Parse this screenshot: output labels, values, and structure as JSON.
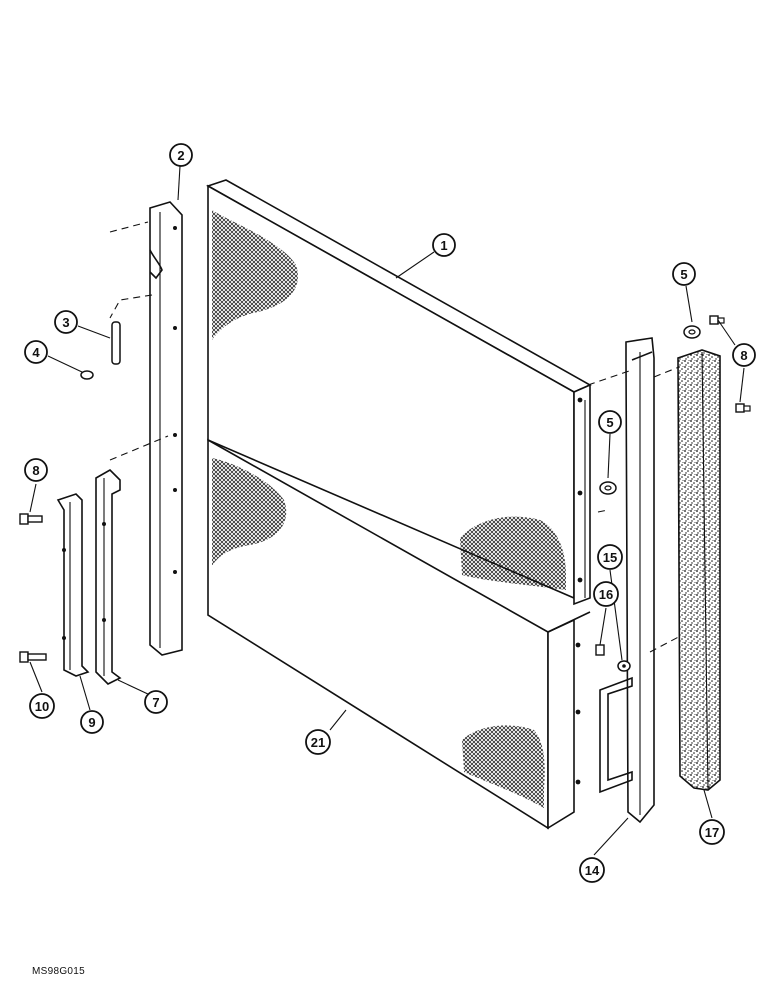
{
  "figure_code": "MS98G015",
  "callouts": [
    {
      "label": "1"
    },
    {
      "label": "2"
    },
    {
      "label": "3"
    },
    {
      "label": "4"
    },
    {
      "label": "5"
    },
    {
      "label": "5"
    },
    {
      "label": "7"
    },
    {
      "label": "8"
    },
    {
      "label": "8"
    },
    {
      "label": "9"
    },
    {
      "label": "10"
    },
    {
      "label": "14"
    },
    {
      "label": "15"
    },
    {
      "label": "16"
    },
    {
      "label": "17"
    },
    {
      "label": "21"
    }
  ]
}
